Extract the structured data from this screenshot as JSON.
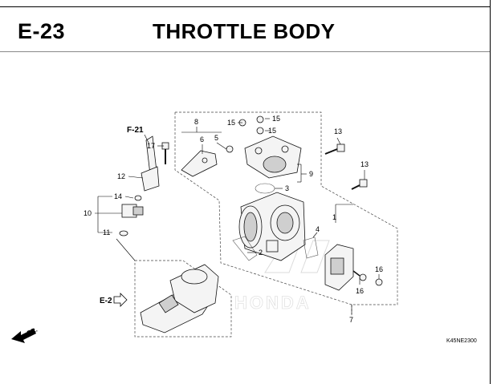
{
  "header": {
    "section_id": "E-23",
    "title": "THROTTLE BODY"
  },
  "diagram": {
    "ref_f21": "F-21",
    "ref_e2": "E-2",
    "fr_label": "FR.",
    "figure_code": "K45NE2300",
    "watermark": "HONDA",
    "callouts": {
      "c1": "1",
      "c2": "2",
      "c3": "3",
      "c4": "4",
      "c5": "5",
      "c6": "6",
      "c7": "7",
      "c8": "8",
      "c9": "9",
      "c10": "10",
      "c11": "11",
      "c12": "12",
      "c13a": "13",
      "c13b": "13",
      "c14": "14",
      "c15a": "15",
      "c15b": "15",
      "c15c": "15",
      "c16a": "16",
      "c16b": "16",
      "c17": "17"
    }
  }
}
